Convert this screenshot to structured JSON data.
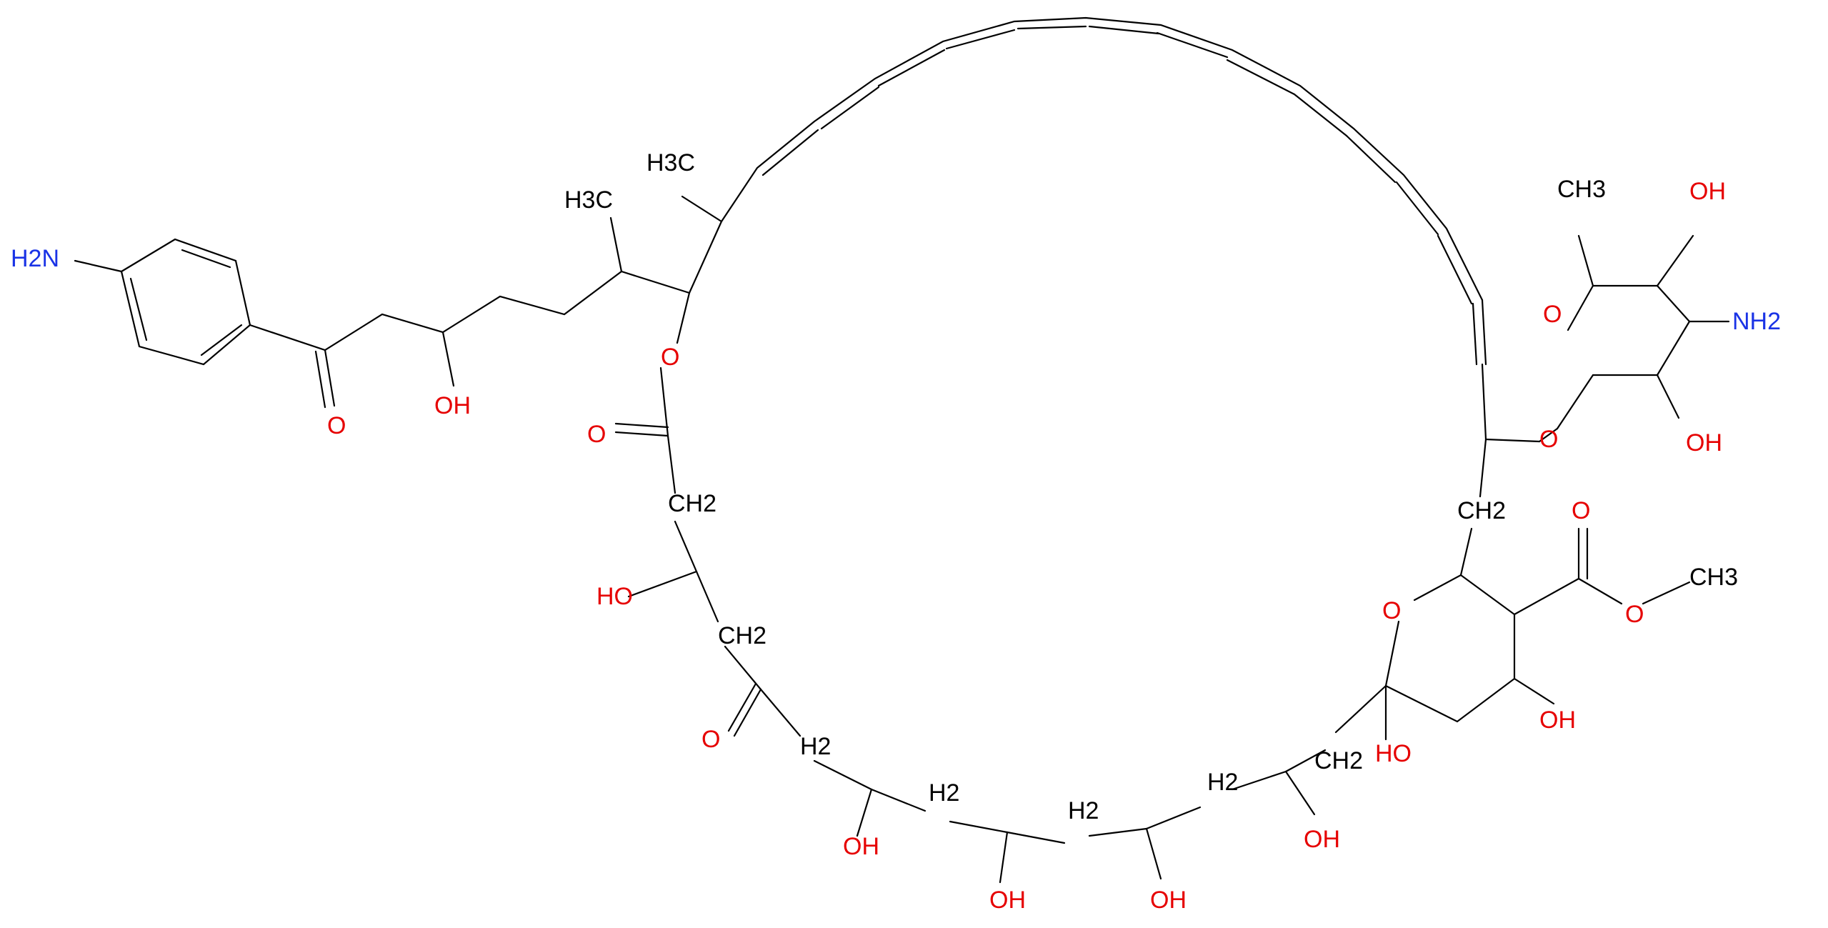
{
  "labels": {
    "nh2_left": "H2N",
    "oh_chain": "OH",
    "o_ketone_side": "O",
    "ch3_a": "H3C",
    "ch3_b": "H3C",
    "o_lactone_ring": "O",
    "o_lactone_carbonyl": "O",
    "ch2_a": "CH2",
    "oh_a": "HO",
    "ch2_b": "CH2",
    "o_ketone_ring": "O",
    "ch2_c": "H2",
    "oh_b": "OH",
    "ch2_d": "H2",
    "oh_c": "OH",
    "ch2_e": "H2",
    "oh_d": "OH",
    "ch2_f": "H2",
    "oh_e": "OH",
    "ch2_g": "CH2",
    "oh_hemiketal": "HO",
    "o_pyran": "O",
    "oh_pyran": "OH",
    "o_ester_carbonyl": "O",
    "o_ester": "O",
    "ch3_ester": "CH3",
    "ch2_h": "CH2",
    "o_glycoside": "O",
    "o_sugar": "O",
    "ch3_sugar": "CH3",
    "oh_sugar_top": "OH",
    "nh2_sugar": "NH2",
    "oh_sugar_bottom": "OH"
  },
  "colors": {
    "oxygen": "#e60000",
    "nitrogen": "#1a33e6",
    "carbon": "#000000"
  }
}
